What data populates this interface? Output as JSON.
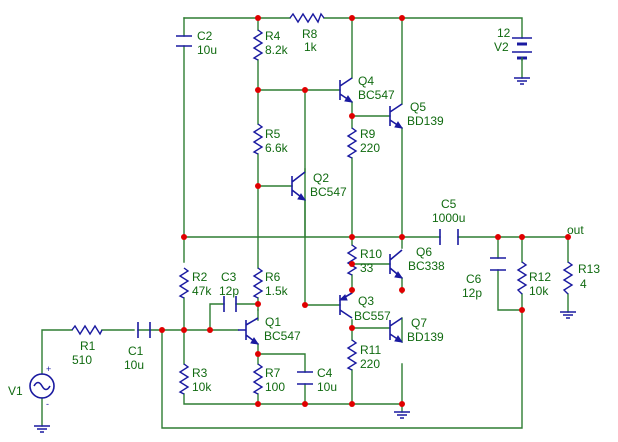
{
  "colors": {
    "wire": "#2e7d32",
    "component": "#1a1aa0",
    "junction": "#e00000",
    "label": "#106a10",
    "background": "#ffffff"
  },
  "components": {
    "C2": {
      "name": "C2",
      "value": "10u"
    },
    "R4": {
      "name": "R4",
      "value": "8.2k"
    },
    "R8": {
      "name": "R8",
      "value": "1k"
    },
    "V2": {
      "name": "V2",
      "value": "12"
    },
    "Q4": {
      "name": "Q4",
      "value": "BC547"
    },
    "Q5": {
      "name": "Q5",
      "value": "BD139"
    },
    "R5": {
      "name": "R5",
      "value": "6.6k"
    },
    "R9": {
      "name": "R9",
      "value": "220"
    },
    "Q2": {
      "name": "Q2",
      "value": "BC547"
    },
    "C5": {
      "name": "C5",
      "value": "1000u"
    },
    "R2": {
      "name": "R2",
      "value": "47k"
    },
    "C3": {
      "name": "C3",
      "value": "12p"
    },
    "R6": {
      "name": "R6",
      "value": "1.5k"
    },
    "R10": {
      "name": "R10",
      "value": "33"
    },
    "Q6": {
      "name": "Q6",
      "value": "BC338"
    },
    "C6": {
      "name": "C6",
      "value": "12p"
    },
    "R12": {
      "name": "R12",
      "value": "10k"
    },
    "R13": {
      "name": "R13",
      "value": "4"
    },
    "Q3": {
      "name": "Q3",
      "value": "BC557"
    },
    "Q1": {
      "name": "Q1",
      "value": "BC547"
    },
    "Q7": {
      "name": "Q7",
      "value": "BD139"
    },
    "R1": {
      "name": "R1",
      "value": "510"
    },
    "C1": {
      "name": "C1",
      "value": "10u"
    },
    "R11": {
      "name": "R11",
      "value": "220"
    },
    "V1": {
      "name": "V1"
    },
    "R3": {
      "name": "R3",
      "value": "10k"
    },
    "R7": {
      "name": "R7",
      "value": "100"
    },
    "C4": {
      "name": "C4",
      "value": "10u"
    }
  },
  "net_labels": {
    "out": "out"
  }
}
